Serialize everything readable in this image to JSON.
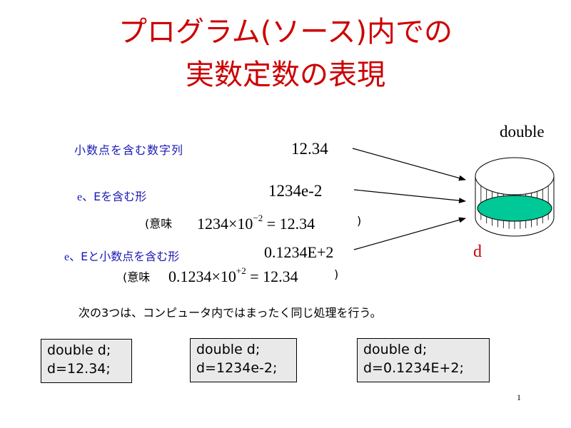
{
  "title": {
    "line1": "プログラム(ソース)内での",
    "line2": "実数定数の表現"
  },
  "storage_label": "double",
  "variable_label": "d",
  "rows": [
    {
      "label": "小数点を含む数字列",
      "literal": "12.34"
    },
    {
      "label_prefix": "e",
      "label_rest": "、Eを含む形",
      "literal": "1234e-2"
    },
    {
      "label_prefix": "e",
      "label_rest": "、Eと小数点を含む形",
      "literal": "0.1234E+2"
    }
  ],
  "meaning1": {
    "open": "(意味",
    "base": "1234×10",
    "exp": "−2",
    "result": " = 12.34",
    "close": ")"
  },
  "meaning2": {
    "open": "(意味",
    "base": "0.1234×10",
    "exp": "+2",
    "result": " = 12.34",
    "close": ")"
  },
  "note": "次の3つは、コンピュータ内ではまったく同じ処理を行う。",
  "code_boxes": [
    {
      "line1": "double d;",
      "line2": "d=12.34;"
    },
    {
      "line1": "double d;",
      "line2": "d=1234e-2;"
    },
    {
      "line1": "double d;",
      "line2": "d=0.1234E+2;"
    }
  ],
  "page_number": "1",
  "colors": {
    "title": "#cc0000",
    "label": "#1a1ab4",
    "drum_fill": "#00c896",
    "code_bg": "#e9e9e9"
  }
}
